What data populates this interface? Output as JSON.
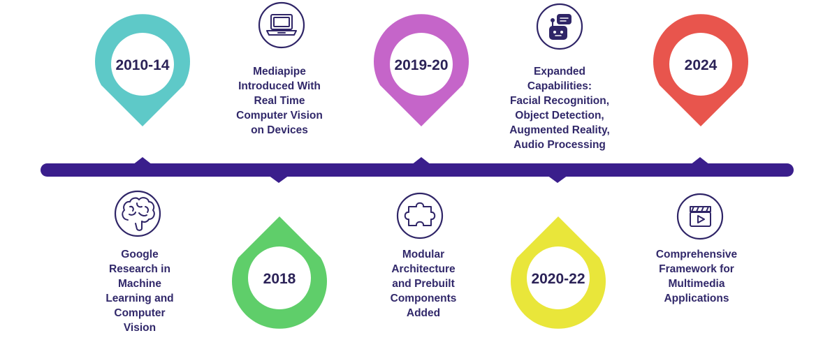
{
  "timeline": {
    "line_color": "#3a1e8c",
    "icon_color": "#2f2567",
    "milestones": [
      {
        "year": "2010-14",
        "color": "#5ec9c8",
        "icon": "brain-icon",
        "description": [
          "Google",
          "Research in",
          "Machine",
          "Learning and",
          "Computer",
          "Vision"
        ]
      },
      {
        "year": "2018",
        "color": "#5fce6a",
        "icon": "laptop-icon",
        "description": [
          "Mediapipe",
          "Introduced With",
          "Real Time",
          "Computer Vision",
          "on Devices"
        ]
      },
      {
        "year": "2019-20",
        "color": "#c565c9",
        "icon": "puzzle-icon",
        "description": [
          "Modular",
          "Architecture",
          "and Prebuilt",
          "Components",
          "Added"
        ]
      },
      {
        "year": "2020-22",
        "color": "#e9e63a",
        "icon": "robot-chat-icon",
        "description": [
          "Expanded",
          "Capabilities:",
          "Facial Recognition,",
          "Object Detection,",
          "Augmented Reality,",
          "Audio Processing"
        ]
      },
      {
        "year": "2024",
        "color": "#e8554d",
        "icon": "clapperboard-icon",
        "description": [
          "Comprehensive",
          "Framework for",
          "Multimedia",
          "Applications"
        ]
      }
    ]
  }
}
